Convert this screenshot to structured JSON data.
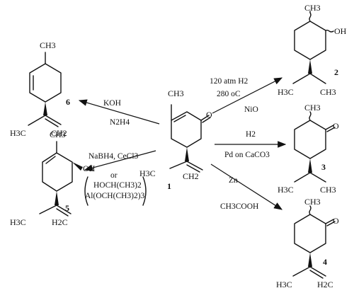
{
  "atoms": {
    "ch3": "CH3",
    "h3c": "H3C",
    "o": "O",
    "oh": "OH",
    "ch2": "CH2",
    "h2c": "H2C"
  },
  "numbers": {
    "c1": "1",
    "c2": "2",
    "c3": "3",
    "c4": "4",
    "c5": "5",
    "c6": "6"
  },
  "conditions": {
    "koh": "KOH",
    "n2h4": "N2H4",
    "p120": "120 atm H2",
    "t280": "280 oC",
    "nio": "NiO",
    "h2": "H2",
    "pd": "Pd on CaCO3",
    "zn": "Zn",
    "acoh": "CH3COOH",
    "nabh4": "NaBH4, CeCl3",
    "or": "or",
    "hoch": "HOCH(CH3)2",
    "aloch": "Al(OCH(CH3)2)3"
  }
}
